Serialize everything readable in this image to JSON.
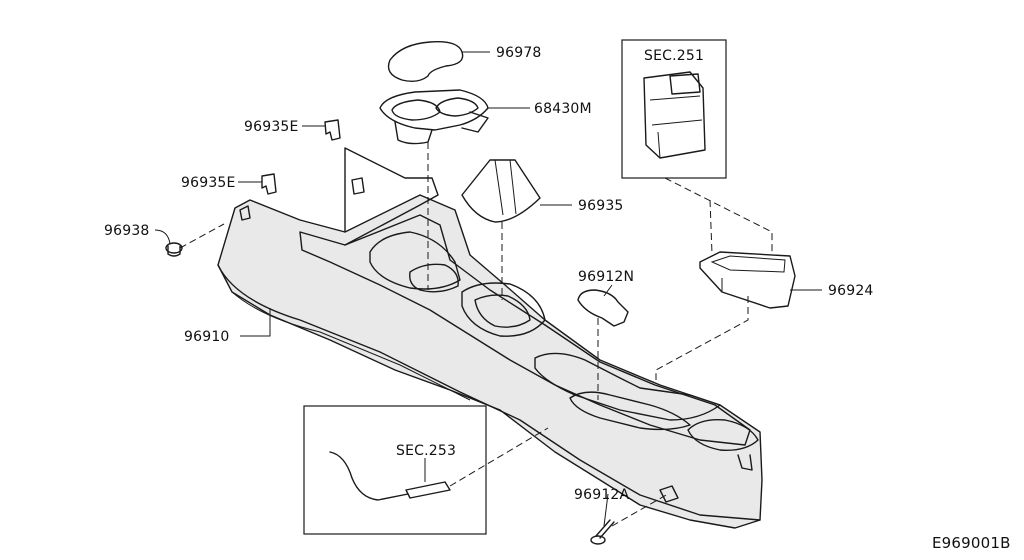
{
  "callouts": {
    "p96978": "96978",
    "p68430m": "68430M",
    "p96935e_top": "96935E",
    "p96935e_mid": "96935E",
    "p96938": "96938",
    "p96935": "96935",
    "p96912n": "96912N",
    "p96924": "96924",
    "p96910": "96910",
    "p96912a": "96912A"
  },
  "sections": {
    "sec251": "SEC.251",
    "sec253": "SEC.253"
  },
  "figure_code": "E969001B"
}
